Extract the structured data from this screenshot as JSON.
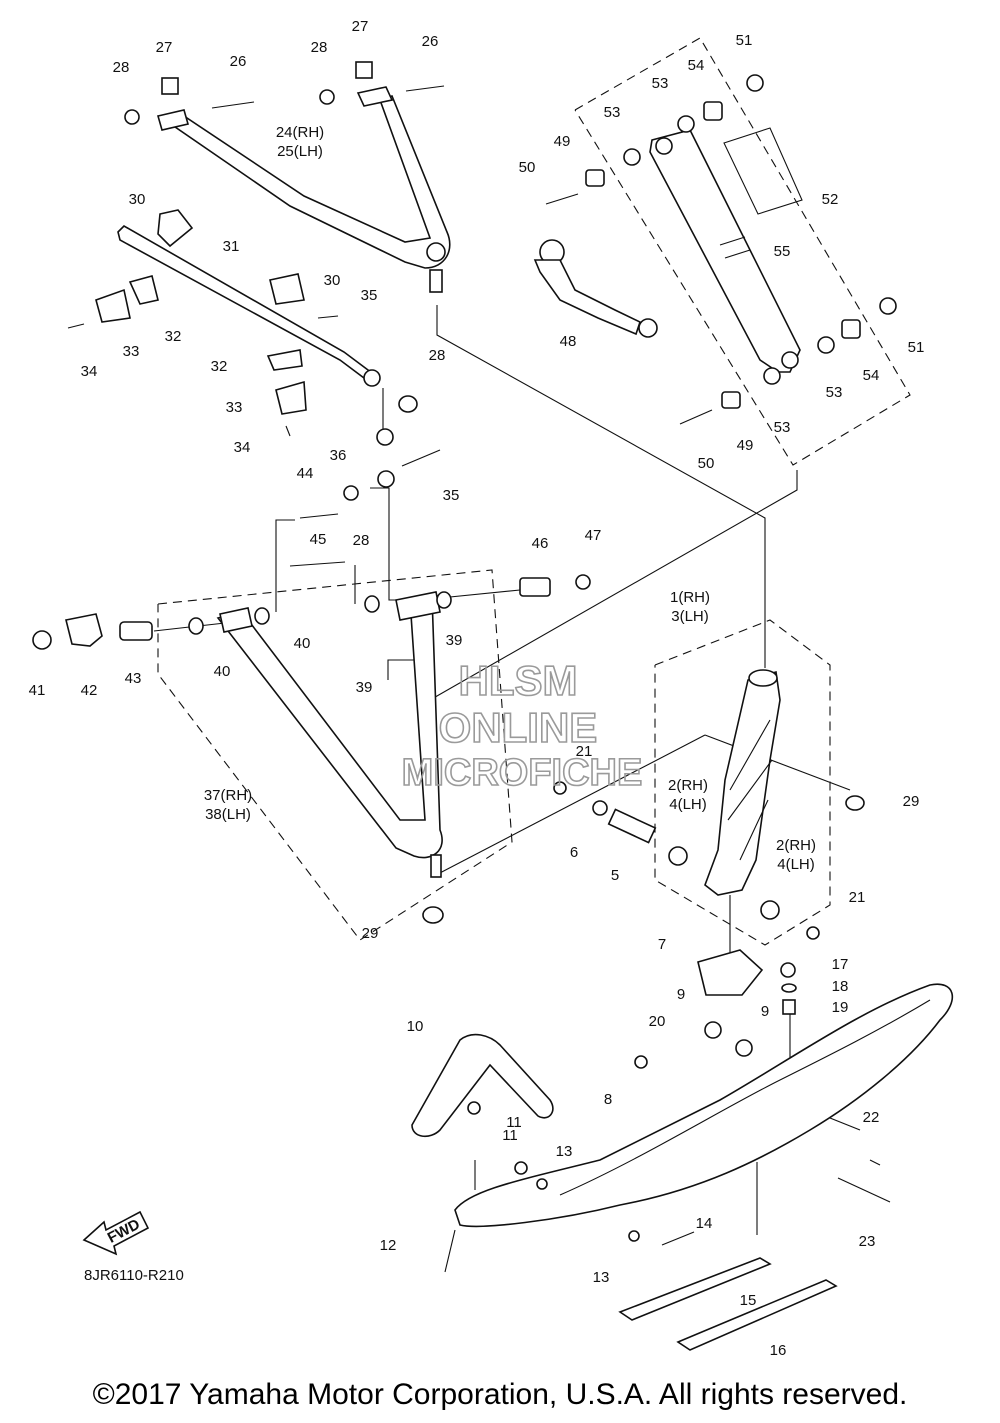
{
  "drawing_code": "8JR6110-R210",
  "fwd_label": "FWD",
  "watermark": [
    "HLSM",
    "ONLINE",
    "MICROFICHE"
  ],
  "copyright": "©2017 Yamaha Motor Corporation, U.S.A. All rights reserved.",
  "callouts": [
    "1(RH)",
    "3(LH)",
    "2(RH)",
    "4(LH)",
    "2(RH)",
    "4(LH)",
    "5",
    "6",
    "7",
    "8",
    "9",
    "9",
    "10",
    "11",
    "11",
    "12",
    "13",
    "13",
    "14",
    "15",
    "16",
    "17",
    "18",
    "19",
    "20",
    "21",
    "21",
    "22",
    "23",
    "24(RH)",
    "25(LH)",
    "26",
    "26",
    "27",
    "27",
    "28",
    "28",
    "28",
    "28",
    "29",
    "29",
    "30",
    "30",
    "31",
    "32",
    "32",
    "33",
    "33",
    "34",
    "34",
    "35",
    "35",
    "36",
    "37(RH)",
    "38(LH)",
    "39",
    "39",
    "40",
    "40",
    "41",
    "42",
    "43",
    "44",
    "45",
    "46",
    "47",
    "48",
    "49",
    "49",
    "50",
    "50",
    "51",
    "51",
    "52",
    "53",
    "53",
    "53",
    "53",
    "54",
    "54",
    "55"
  ],
  "colors": {
    "line": "#111111",
    "watermark": "#9a9a9a",
    "background": "#ffffff"
  }
}
